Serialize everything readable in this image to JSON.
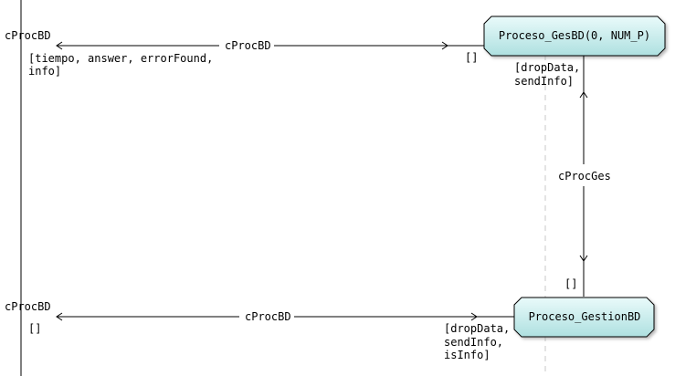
{
  "left_port": {
    "top_name": "cProcBD",
    "top_params": [
      "[tiempo, answer, errorFound,",
      "info]"
    ],
    "bottom_name": "cProcBD",
    "bottom_params": "[]"
  },
  "processes": {
    "top": {
      "name": "Proceso_GesBD(0, NUM_P)"
    },
    "bottom": {
      "name": "Proceso_GestionBD"
    }
  },
  "channels": {
    "top": {
      "label": "cProcBD",
      "end_params": "[]"
    },
    "vertical": {
      "label": "cProcGes",
      "top_params": [
        "[dropData,",
        "sendInfo]"
      ],
      "bottom_params": "[]"
    },
    "bottom": {
      "label": "cProcBD",
      "end_params": [
        "[dropData,",
        "sendInfo,",
        "isInfo]"
      ]
    }
  },
  "colors": {
    "process_fill": "#c8ecec",
    "process_stroke": "#000000",
    "line": "#000000",
    "dashed_line": "#c8c8c8"
  }
}
